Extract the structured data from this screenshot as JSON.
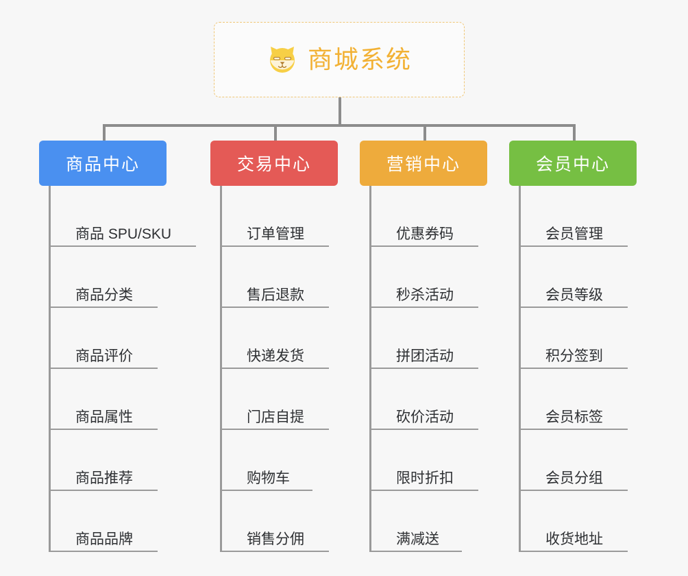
{
  "diagram": {
    "type": "organization-tree",
    "background_color": "#f7f7f7",
    "root": {
      "title": "商城系统",
      "icon": "shiba-dog-icon",
      "text_color": "#f2b134",
      "border_color": "#f0c674"
    },
    "columns": [
      {
        "id": "product-center",
        "title": "商品中心",
        "color": "#4a90f0",
        "items": [
          "商品 SPU/SKU",
          "商品分类",
          "商品评价",
          "商品属性",
          "商品推荐",
          "商品品牌"
        ]
      },
      {
        "id": "trade-center",
        "title": "交易中心",
        "color": "#e45a56",
        "items": [
          "订单管理",
          "售后退款",
          "快递发货",
          "门店自提",
          "购物车",
          "销售分佣"
        ]
      },
      {
        "id": "marketing-center",
        "title": "营销中心",
        "color": "#eeab3c",
        "items": [
          "优惠券码",
          "秒杀活动",
          "拼团活动",
          "砍价活动",
          "限时折扣",
          "满减送"
        ]
      },
      {
        "id": "member-center",
        "title": "会员中心",
        "color": "#76bf43",
        "items": [
          "会员管理",
          "会员等级",
          "积分签到",
          "会员标签",
          "会员分组",
          "收货地址"
        ]
      }
    ],
    "connector_color": "#8c8c8c"
  }
}
